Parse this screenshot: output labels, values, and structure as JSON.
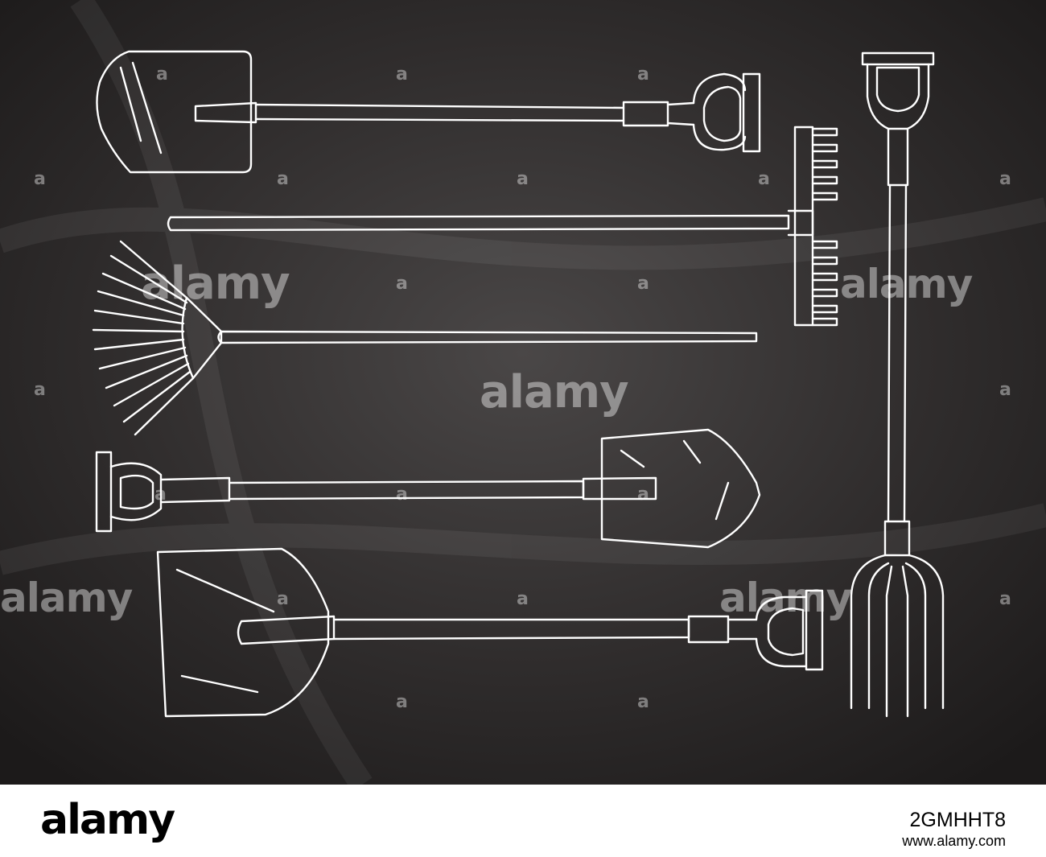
{
  "colors": {
    "board_bg": "#2b2828",
    "chalk": "#ffffff",
    "footer_bg": "#ffffff",
    "footer_text": "#000000"
  },
  "image": {
    "description_icon_names": [
      "shovel-icon",
      "rake-icon",
      "leaf-rake-icon",
      "spade-icon",
      "scoop-shovel-icon",
      "pitchfork-icon"
    ]
  },
  "watermark": {
    "text": "alamy",
    "mark": "a"
  },
  "footer": {
    "logo": "alamy",
    "image_id": "2GMHHT8",
    "url": "www.alamy.com"
  }
}
